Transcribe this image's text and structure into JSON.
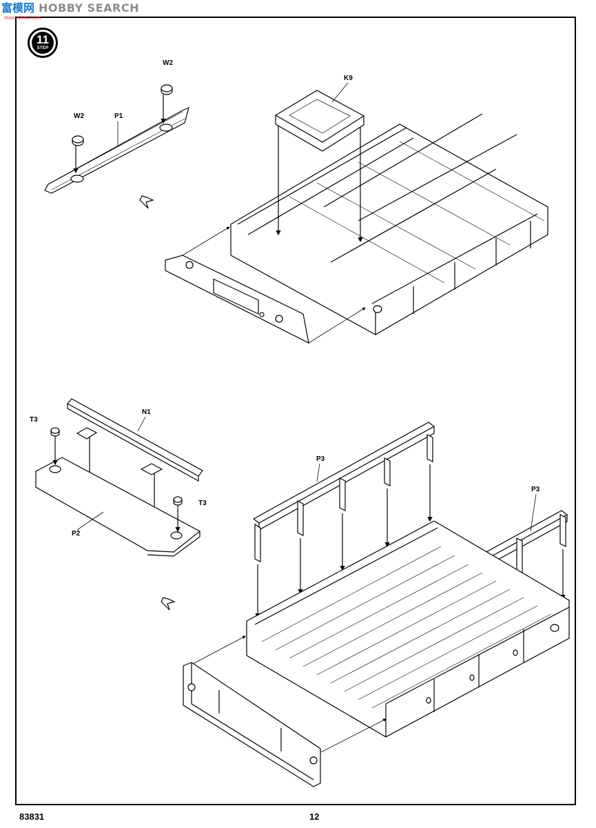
{
  "watermark": {
    "chinese": "富模网",
    "english": "HOBBY SEARCH",
    "url": "moxi-shou.com"
  },
  "step": {
    "number": "11",
    "word": "STEP"
  },
  "labels": {
    "w2_top": "W2",
    "w2_left": "W2",
    "p1": "P1",
    "k9": "K9",
    "t3_left": "T3",
    "t3_right": "T3",
    "n1": "N1",
    "p2": "P2",
    "p3_left": "P3",
    "p3_right": "P3"
  },
  "footer": {
    "kit_code": "83831",
    "page_number": "12"
  }
}
